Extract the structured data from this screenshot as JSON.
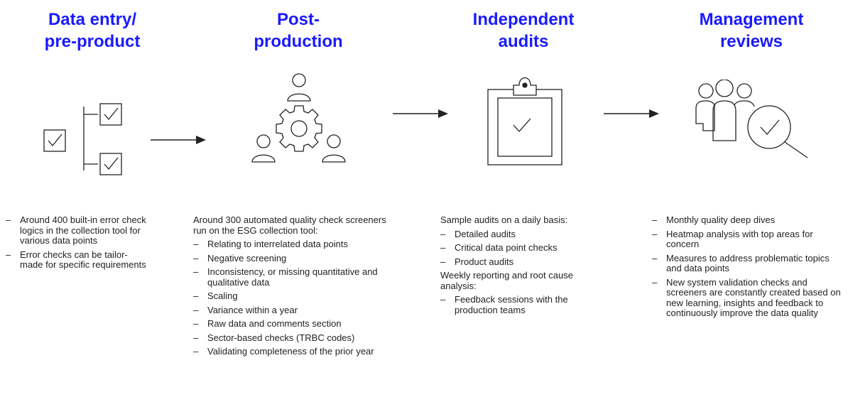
{
  "stages": [
    {
      "title_lines": [
        "Data entry/",
        "pre-product"
      ],
      "intro": "",
      "items": [
        "Around 400 built-in error check logics in the collection tool for various data points",
        "Error checks can be tailor-made for specific requirements"
      ],
      "icon": "checkbox-tree-icon"
    },
    {
      "title_lines": [
        "Post-",
        "production"
      ],
      "intro": "Around 300 automated quality check screeners run on the ESG collection tool:",
      "items": [
        "Relating to interrelated data points",
        "Negative screening",
        "Inconsistency, or missing quantitative and qualitative data",
        "Scaling",
        "Variance within a year",
        "Raw data and comments section",
        "Sector-based checks (TRBC codes)",
        "Validating completeness of the prior year"
      ],
      "icon": "team-gear-icon"
    },
    {
      "title_lines": [
        "Independent",
        "audits"
      ],
      "intro": "Sample audits on a daily basis:",
      "items": [
        "Detailed audits",
        "Critical data point checks",
        "Product audits"
      ],
      "intro2": "Weekly reporting and root cause analysis:",
      "items2": [
        "Feedback sessions with the production teams"
      ],
      "icon": "clipboard-check-icon"
    },
    {
      "title_lines": [
        "Management",
        "reviews"
      ],
      "intro": "",
      "items": [
        "Monthly quality deep dives",
        "Heatmap analysis with top areas for concern",
        "Measures to address problematic topics and data points",
        "New system validation checks and screeners are constantly created based on new learning, insights and feedback to continuously improve the data quality"
      ],
      "icon": "people-magnifier-icon"
    }
  ],
  "colors": {
    "title": "#1a1aff",
    "stroke": "#222222"
  }
}
